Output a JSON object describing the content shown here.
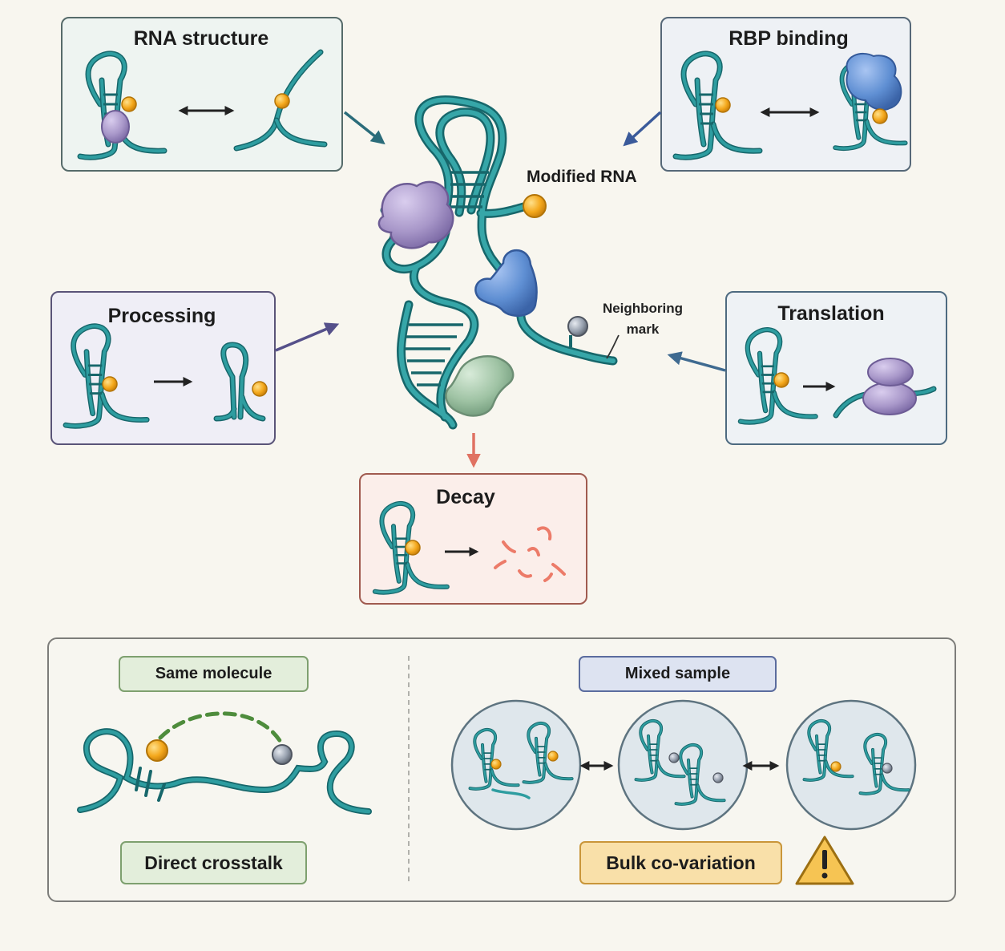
{
  "panels": {
    "rna_structure": "RNA structure",
    "rbp_binding": "RBP binding",
    "processing": "Processing",
    "translation": "Translation",
    "decay": "Decay"
  },
  "center": {
    "modified_rna": "Modified RNA",
    "neighboring_mark_line1": "Neighboring",
    "neighboring_mark_line2": "mark"
  },
  "bottom": {
    "same_molecule": "Same molecule",
    "direct_crosstalk": "Direct crosstalk",
    "mixed_sample": "Mixed sample",
    "bulk_covariation": "Bulk co-variation",
    "warning_icon": "warning-triangle-icon"
  },
  "colors": {
    "rna": "#2a8f92",
    "rna_dark": "#17676b",
    "modification": "#f1a51c",
    "neighbor_mark": "#8f98a6",
    "purple_protein": "#a898c6",
    "blue_protein": "#5f8fd3",
    "green_protein": "#9fc3a4",
    "decay_fragments": "#ec7b69",
    "dashed_link": "#4e8c3c"
  }
}
